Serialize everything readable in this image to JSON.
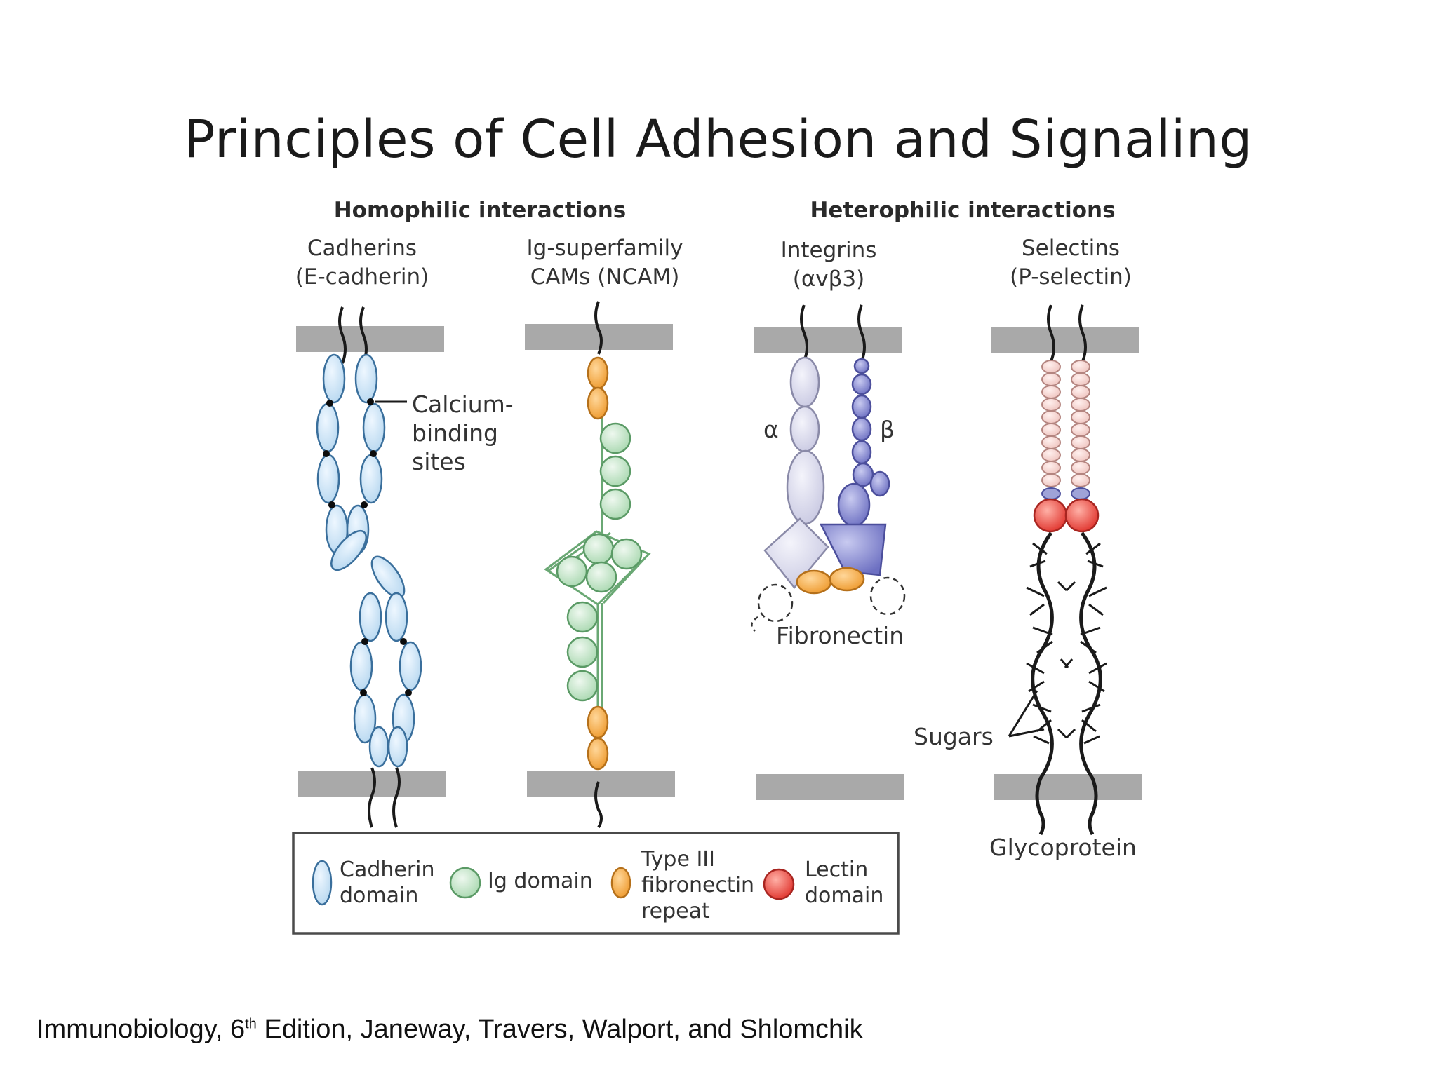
{
  "title": "Principles of Cell Adhesion and Signaling",
  "citation": {
    "before": "Immunobiology, 6",
    "sup": "th",
    "after": " Edition, Janeway, Travers, Walport, and Shlomchik"
  },
  "diagram": {
    "group_headers": {
      "homophilic": "Homophilic interactions",
      "heterophilic": "Heterophilic interactions"
    },
    "molecules": {
      "cadherins": {
        "line1": "Cadherins",
        "line2": "(E-cadherin)"
      },
      "ig_cams": {
        "line1": "Ig-superfamily",
        "line2": "CAMs (NCAM)"
      },
      "integrins": {
        "line1": "Integrins",
        "line2": "(αvβ3)"
      },
      "selectins": {
        "line1": "Selectins",
        "line2": "(P-selectin)"
      }
    },
    "annotations": {
      "calcium_line1": "Calcium-",
      "calcium_line2": "binding",
      "calcium_line3": "sites",
      "alpha": "α",
      "beta": "β",
      "fibronectin": "Fibronectin",
      "sugars": "Sugars",
      "glycoprotein": "Glycoprotein"
    },
    "legend": {
      "cadherin_line1": "Cadherin",
      "cadherin_line2": "domain",
      "ig": "Ig domain",
      "type3_line1": "Type III",
      "type3_line2": "fibronectin",
      "type3_line3": "repeat",
      "lectin_line1": "Lectin",
      "lectin_line2": "domain"
    },
    "colors": {
      "membrane": "#a9a9a9",
      "cadherin": "#cde4f5",
      "ig": "#c9e6cc",
      "fibronectin_repeat": "#f2a94a",
      "lectin": "#e8504a",
      "integrin_alpha": "#d8d8ea",
      "integrin_beta": "#8c8fd0",
      "selectin_repeat": "#f3d0cc"
    }
  }
}
